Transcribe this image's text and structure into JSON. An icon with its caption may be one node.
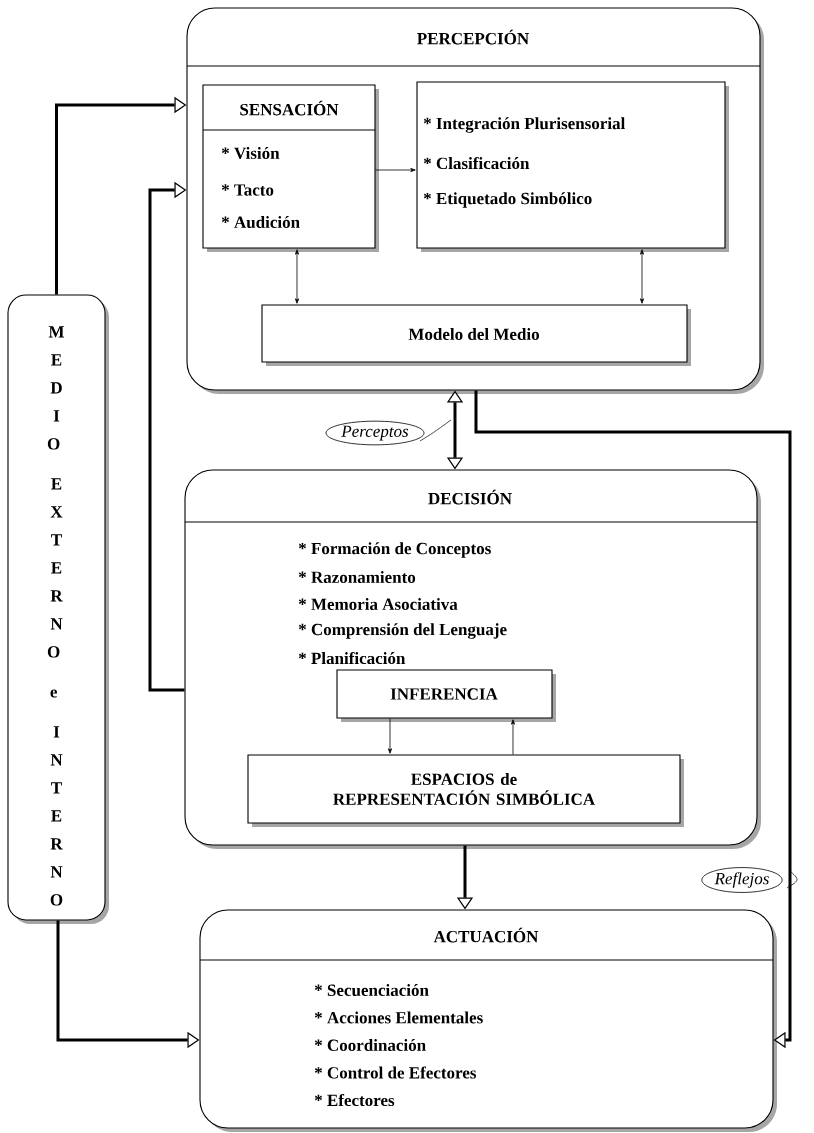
{
  "diagram": {
    "nodes": [
      {
        "text": [
          "PERCEPCIÓN"
        ]
      },
      {
        "text": [
          "SENSACIÓN",
          "* Visión",
          "* Tacto",
          "* Audición"
        ],
        "in": 0
      },
      {
        "text": [
          "* Integración Plurisensorial",
          "* Clasificación",
          "* Etiquetado Simbólico"
        ],
        "in": 0
      },
      {
        "text": [
          "Modelo del Medio"
        ],
        "in": 0
      },
      {
        "text": [
          "MEDIO EXTERNO e INTERNO"
        ]
      },
      {
        "text": [
          "DECISIÓN",
          "* Formación de Conceptos",
          "* Razonamiento",
          "* Memoria Asociativa",
          "* Comprensión del Lenguaje",
          "* Planificación"
        ]
      },
      {
        "text": [
          "INFERENCIA"
        ],
        "in": 5
      },
      {
        "text": [
          "ESPACIOS de REPRESENTACIÓN SIMBÓLICA"
        ],
        "in": 5
      },
      {
        "text": [
          "ACTUACIÓN",
          "* Secuenciación",
          "* Acciones Elementales",
          "* Coordinación",
          "* Control de Efectores",
          "* Efectores"
        ]
      }
    ],
    "edges": [
      {
        "from": 4,
        "to": 0,
        "arrow": "to"
      },
      {
        "from": 5,
        "to": 0,
        "arrow": "to"
      },
      {
        "from": 1,
        "to": 2,
        "arrow": "to"
      },
      {
        "from": 1,
        "to": 3,
        "arrow": "both"
      },
      {
        "from": 2,
        "to": 3,
        "arrow": "both"
      },
      {
        "from": 0,
        "to": 5,
        "arrow": "both",
        "label": "Perceptos"
      },
      {
        "from": 0,
        "to": 8,
        "arrow": "to",
        "label": "Reflejos"
      },
      {
        "from": 5,
        "to": 8,
        "arrow": "to"
      },
      {
        "from": 4,
        "to": 8,
        "arrow": "to"
      },
      {
        "from": 6,
        "to": 7,
        "arrow": "to"
      },
      {
        "from": 7,
        "to": 6,
        "arrow": "to"
      }
    ]
  }
}
